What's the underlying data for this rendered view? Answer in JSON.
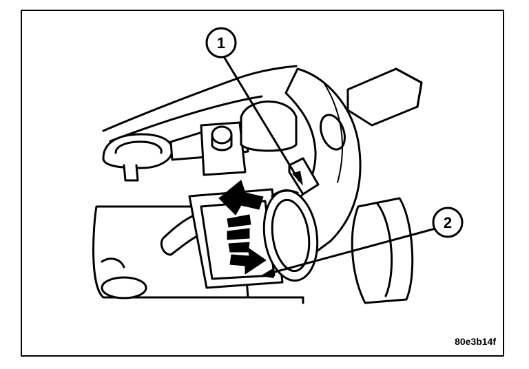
{
  "diagram": {
    "callouts": [
      {
        "number": "1"
      },
      {
        "number": "2"
      }
    ],
    "figure_id": "80e3b14f",
    "colors": {
      "line": "#000000",
      "fill": "#ffffff"
    }
  }
}
